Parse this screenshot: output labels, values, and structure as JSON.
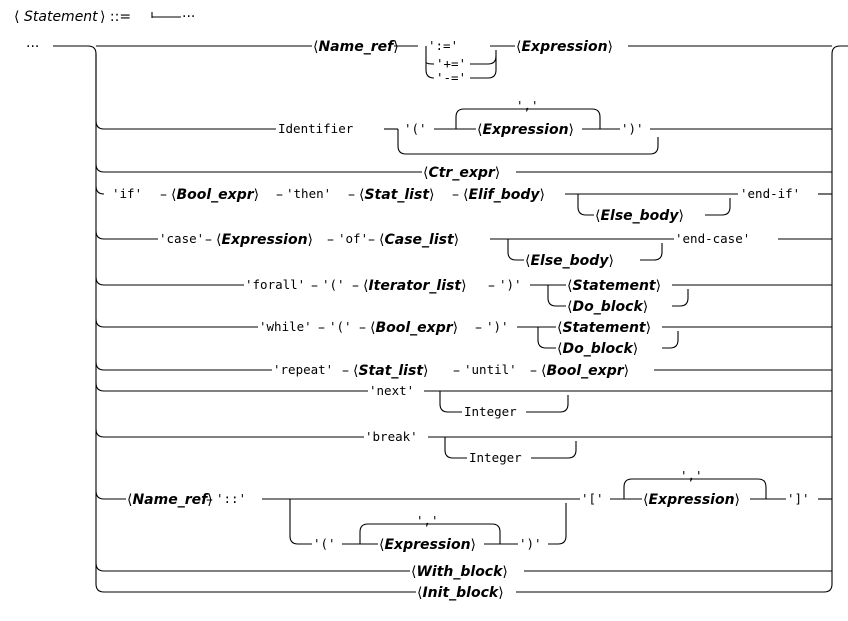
{
  "header": {
    "open": "⟨",
    "name": "Statement",
    "close": "⟩ ::= ",
    "arrow": "⟝",
    "ellipsis": "···"
  },
  "t": {
    "name_ref": "Name_ref",
    "assign": "':='",
    "plus_assign": "'+='",
    "minus_assign": "'-='",
    "expression": "Expression",
    "identifier": "Identifier",
    "lparen": "'('",
    "rparen": "')'",
    "comma": "','",
    "ctr_expr": "Ctr_expr",
    "if": "'if'",
    "bool_expr": "Bool_expr",
    "then": "'then'",
    "stat_list": "Stat_list",
    "elif_body": "Elif_body",
    "else_body": "Else_body",
    "end_if": "'end-if'",
    "case": "'case'",
    "of": "'of'",
    "case_list": "Case_list",
    "end_case": "'end-case'",
    "forall": "'forall'",
    "iterator_list": "Iterator_list",
    "statement": "Statement",
    "do_block": "Do_block",
    "while": "'while'",
    "repeat": "'repeat'",
    "until": "'until'",
    "next": "'next'",
    "integer": "Integer",
    "break": "'break'",
    "dcolon": "'::'",
    "lbracket": "'['",
    "rbracket": "']'",
    "with_block": "With_block",
    "init_block": "Init_block"
  }
}
